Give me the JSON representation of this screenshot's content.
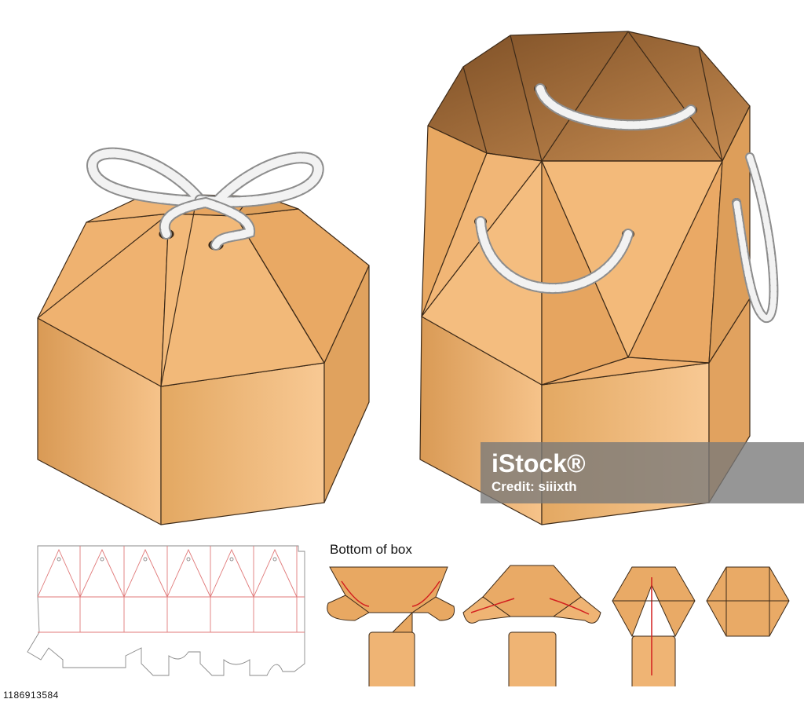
{
  "diagram_label": "Bottom of box",
  "watermark": {
    "logo": "iStock®",
    "credit": "Credit: siiixth"
  },
  "image_id": "1186913584",
  "colors": {
    "kraft_light": "#f6c38a",
    "kraft_mid": "#e7a964",
    "kraft_dark": "#c98a49",
    "interior_dark": "#8a5a2f",
    "outline": "#3d2a18",
    "dieline_cut": "#8a8a8a",
    "dieline_fold": "#e07a7a",
    "rope": "#f2f2f2",
    "arrow": "#d31f1f"
  }
}
